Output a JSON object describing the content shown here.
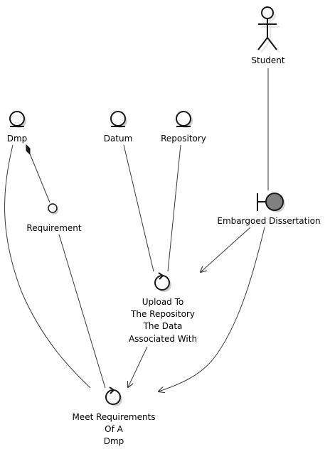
{
  "nodes": {
    "student": {
      "label": "Student",
      "kind": "actor"
    },
    "dmp": {
      "label": "Dmp",
      "kind": "entity"
    },
    "datum": {
      "label": "Datum",
      "kind": "entity"
    },
    "repository": {
      "label": "Repository",
      "kind": "entity"
    },
    "requirement": {
      "label": "Requirement",
      "kind": "entity"
    },
    "embargoed_dissertation": {
      "label": "Embargoed Dissertation",
      "kind": "boundary"
    },
    "upload_control": {
      "kind": "control",
      "label_lines": [
        "Upload To",
        "The Repository",
        "The Data",
        "Associated With"
      ]
    },
    "meet_control": {
      "kind": "control",
      "label_lines": [
        "Meet Requirements",
        "Of A",
        "Dmp"
      ]
    }
  },
  "colors": {
    "entity_fill": "#fefefe",
    "boundary_fill": "#808080",
    "stroke": "#181818",
    "edge": "#383838"
  }
}
